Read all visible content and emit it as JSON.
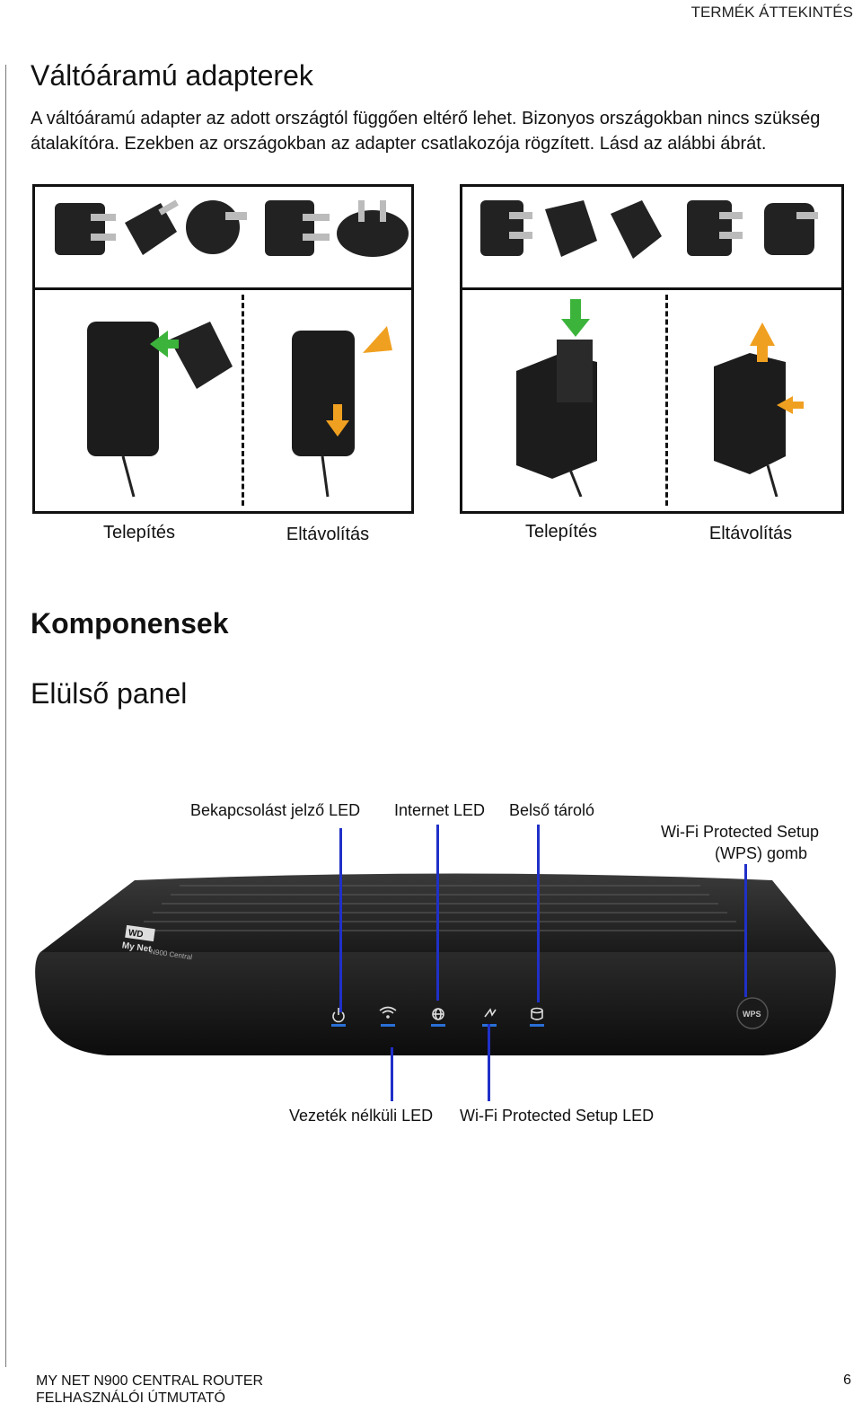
{
  "header": {
    "section": "TERMÉK ÁTTEKINTÉS"
  },
  "adapters": {
    "title": "Váltóáramú adapterek",
    "paragraph": "A váltóáramú adapter az adott országtól függően eltérő lehet. Bizonyos országokban nincs szükség átalakítóra. Ezekben az országokban az adapter csatlakozója rögzített. Lásd az alábbi ábrát.",
    "captions": [
      "Telepítés",
      "Eltávolítás",
      "Telepítés",
      "Eltávolítás"
    ]
  },
  "components": {
    "title": "Komponensek",
    "subtitle": "Elülső panel",
    "labels": {
      "power_led": "Bekapcsolást jelző LED",
      "internet_led": "Internet LED",
      "storage": "Belső tároló",
      "wps_button_line1": "Wi-Fi Protected Setup",
      "wps_button_line2": "(WPS) gomb",
      "wireless_led": "Vezeték nélküli LED",
      "wps_led": "Wi-Fi Protected Setup LED"
    },
    "device": {
      "logo": "WD",
      "brand": "My Net",
      "model": "N900 Central",
      "wps_button_text": "WPS"
    },
    "led_color": "#2a6fd6"
  },
  "footer": {
    "line1": "MY NET N900 CENTRAL ROUTER",
    "line2": "FELHASZNÁLÓI ÚTMUTATÓ",
    "page": "6"
  }
}
